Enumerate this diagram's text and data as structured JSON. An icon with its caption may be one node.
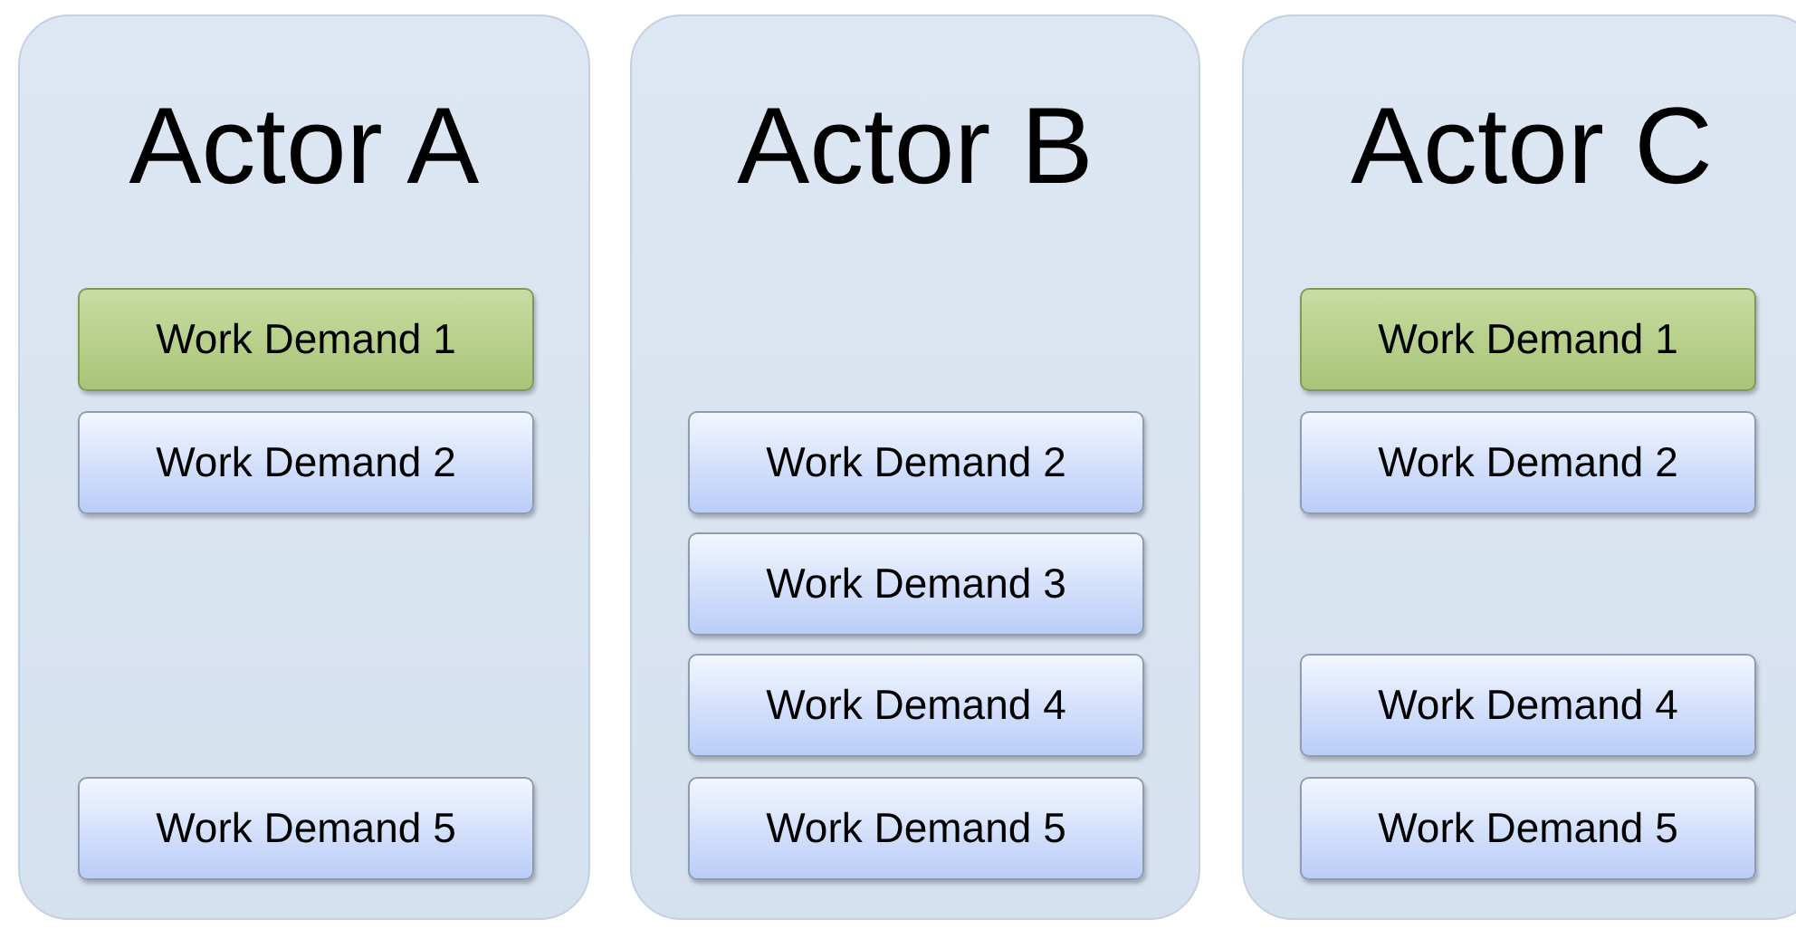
{
  "diagram": {
    "nodes": [
      {
        "text": [
          "Actor A"
        ]
      },
      {
        "text": [
          "Work Demand 1"
        ],
        "in": 0
      },
      {
        "text": [
          "Work Demand 2"
        ],
        "in": 0
      },
      {
        "text": [
          "Work Demand 5"
        ],
        "in": 0
      },
      {
        "text": [
          "Actor B"
        ]
      },
      {
        "text": [
          "Work Demand 2"
        ],
        "in": 4
      },
      {
        "text": [
          "Work Demand 3"
        ],
        "in": 4
      },
      {
        "text": [
          "Work Demand 4"
        ],
        "in": 4
      },
      {
        "text": [
          "Work Demand 5"
        ],
        "in": 4
      },
      {
        "text": [
          "Actor C"
        ]
      },
      {
        "text": [
          "Work Demand 1"
        ],
        "in": 9
      },
      {
        "text": [
          "Work Demand 2"
        ],
        "in": 9
      },
      {
        "text": [
          "Work Demand 4"
        ],
        "in": 9
      },
      {
        "text": [
          "Work Demand 5"
        ],
        "in": 9
      }
    ],
    "edges": []
  }
}
